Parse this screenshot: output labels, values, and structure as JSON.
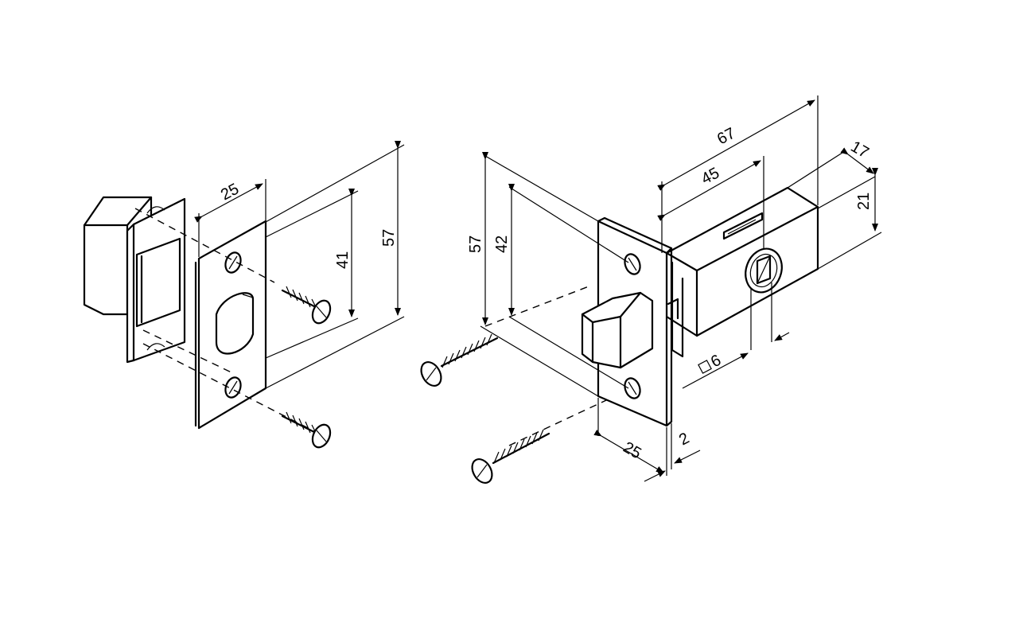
{
  "strike": {
    "dims": {
      "width": "25",
      "hole_spacing": "41",
      "height": "57"
    }
  },
  "latch": {
    "dims": {
      "height": "57",
      "hole_spacing": "42",
      "length": "67",
      "backset": "45",
      "body_depth": "17",
      "body_height": "21",
      "spindle": "6",
      "plate_width": "25",
      "plate_thickness": "2"
    }
  },
  "colors": {
    "line": "#000000",
    "background": "#ffffff"
  }
}
